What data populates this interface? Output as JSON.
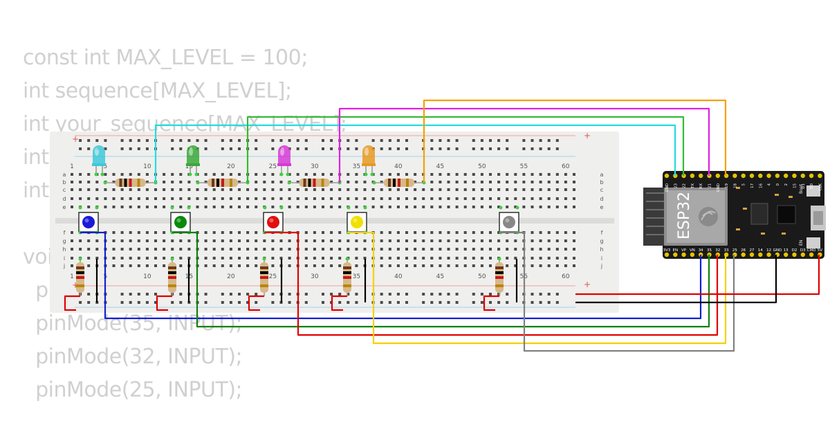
{
  "code": {
    "lines": [
      "const int MAX_LEVEL = 100;",
      "int sequence[MAX_LEVEL];",
      "int your_sequence[MAX_LEVEL];",
      "int",
      "int",
      "",
      "voi",
      "  p",
      "  pinMode(35, INPUT);",
      "  pinMode(32, INPUT);",
      "  pinMode(25, INPUT);"
    ]
  },
  "breadboard": {
    "column_numbers": [
      "1",
      "5",
      "10",
      "15",
      "20",
      "25",
      "30",
      "35",
      "40",
      "45",
      "50",
      "55",
      "60"
    ],
    "row_letters_top": [
      "a",
      "b",
      "c",
      "d",
      "e"
    ],
    "row_letters_bottom": [
      "f",
      "g",
      "h",
      "i",
      "j"
    ],
    "rail_plus": "+",
    "rail_minus": "-"
  },
  "leds": [
    {
      "color": "#3ec8d8",
      "name": "cyan"
    },
    {
      "color": "#3aa83a",
      "name": "green"
    },
    {
      "color": "#d63ad6",
      "name": "magenta"
    },
    {
      "color": "#e69a22",
      "name": "orange"
    }
  ],
  "buttons": [
    {
      "cap_color": "#1a1ad8",
      "name": "blue"
    },
    {
      "cap_color": "#0a8a0a",
      "name": "green"
    },
    {
      "cap_color": "#e01010",
      "name": "red"
    },
    {
      "cap_color": "#f0e000",
      "name": "yellow"
    },
    {
      "cap_color": "#888888",
      "name": "gray"
    }
  ],
  "esp32": {
    "module_label": "ESP32",
    "top_pins": [
      "GND",
      "23",
      "22",
      "TX",
      "RX",
      "21",
      "GND",
      "19",
      "18",
      "5",
      "17",
      "16",
      "4",
      "0",
      "2",
      "15",
      "D1",
      "D0",
      "CLK"
    ],
    "bottom_pins": [
      "3V3",
      "EN",
      "VP",
      "VN",
      "34",
      "35",
      "32",
      "33",
      "25",
      "26",
      "27",
      "14",
      "12",
      "GND",
      "13",
      "D2",
      "D3",
      "CMD",
      "5V"
    ],
    "boot_label": "Boot",
    "en_label": "EN"
  },
  "wire_colors": {
    "cyan": "#22dddd",
    "green": "#33bb33",
    "magenta": "#e020e0",
    "orange": "#f5a000",
    "blue": "#1020d0",
    "dark_green": "#108010",
    "red": "#e00000",
    "yellow": "#f5d000",
    "gray": "#808080",
    "black": "#000000"
  }
}
